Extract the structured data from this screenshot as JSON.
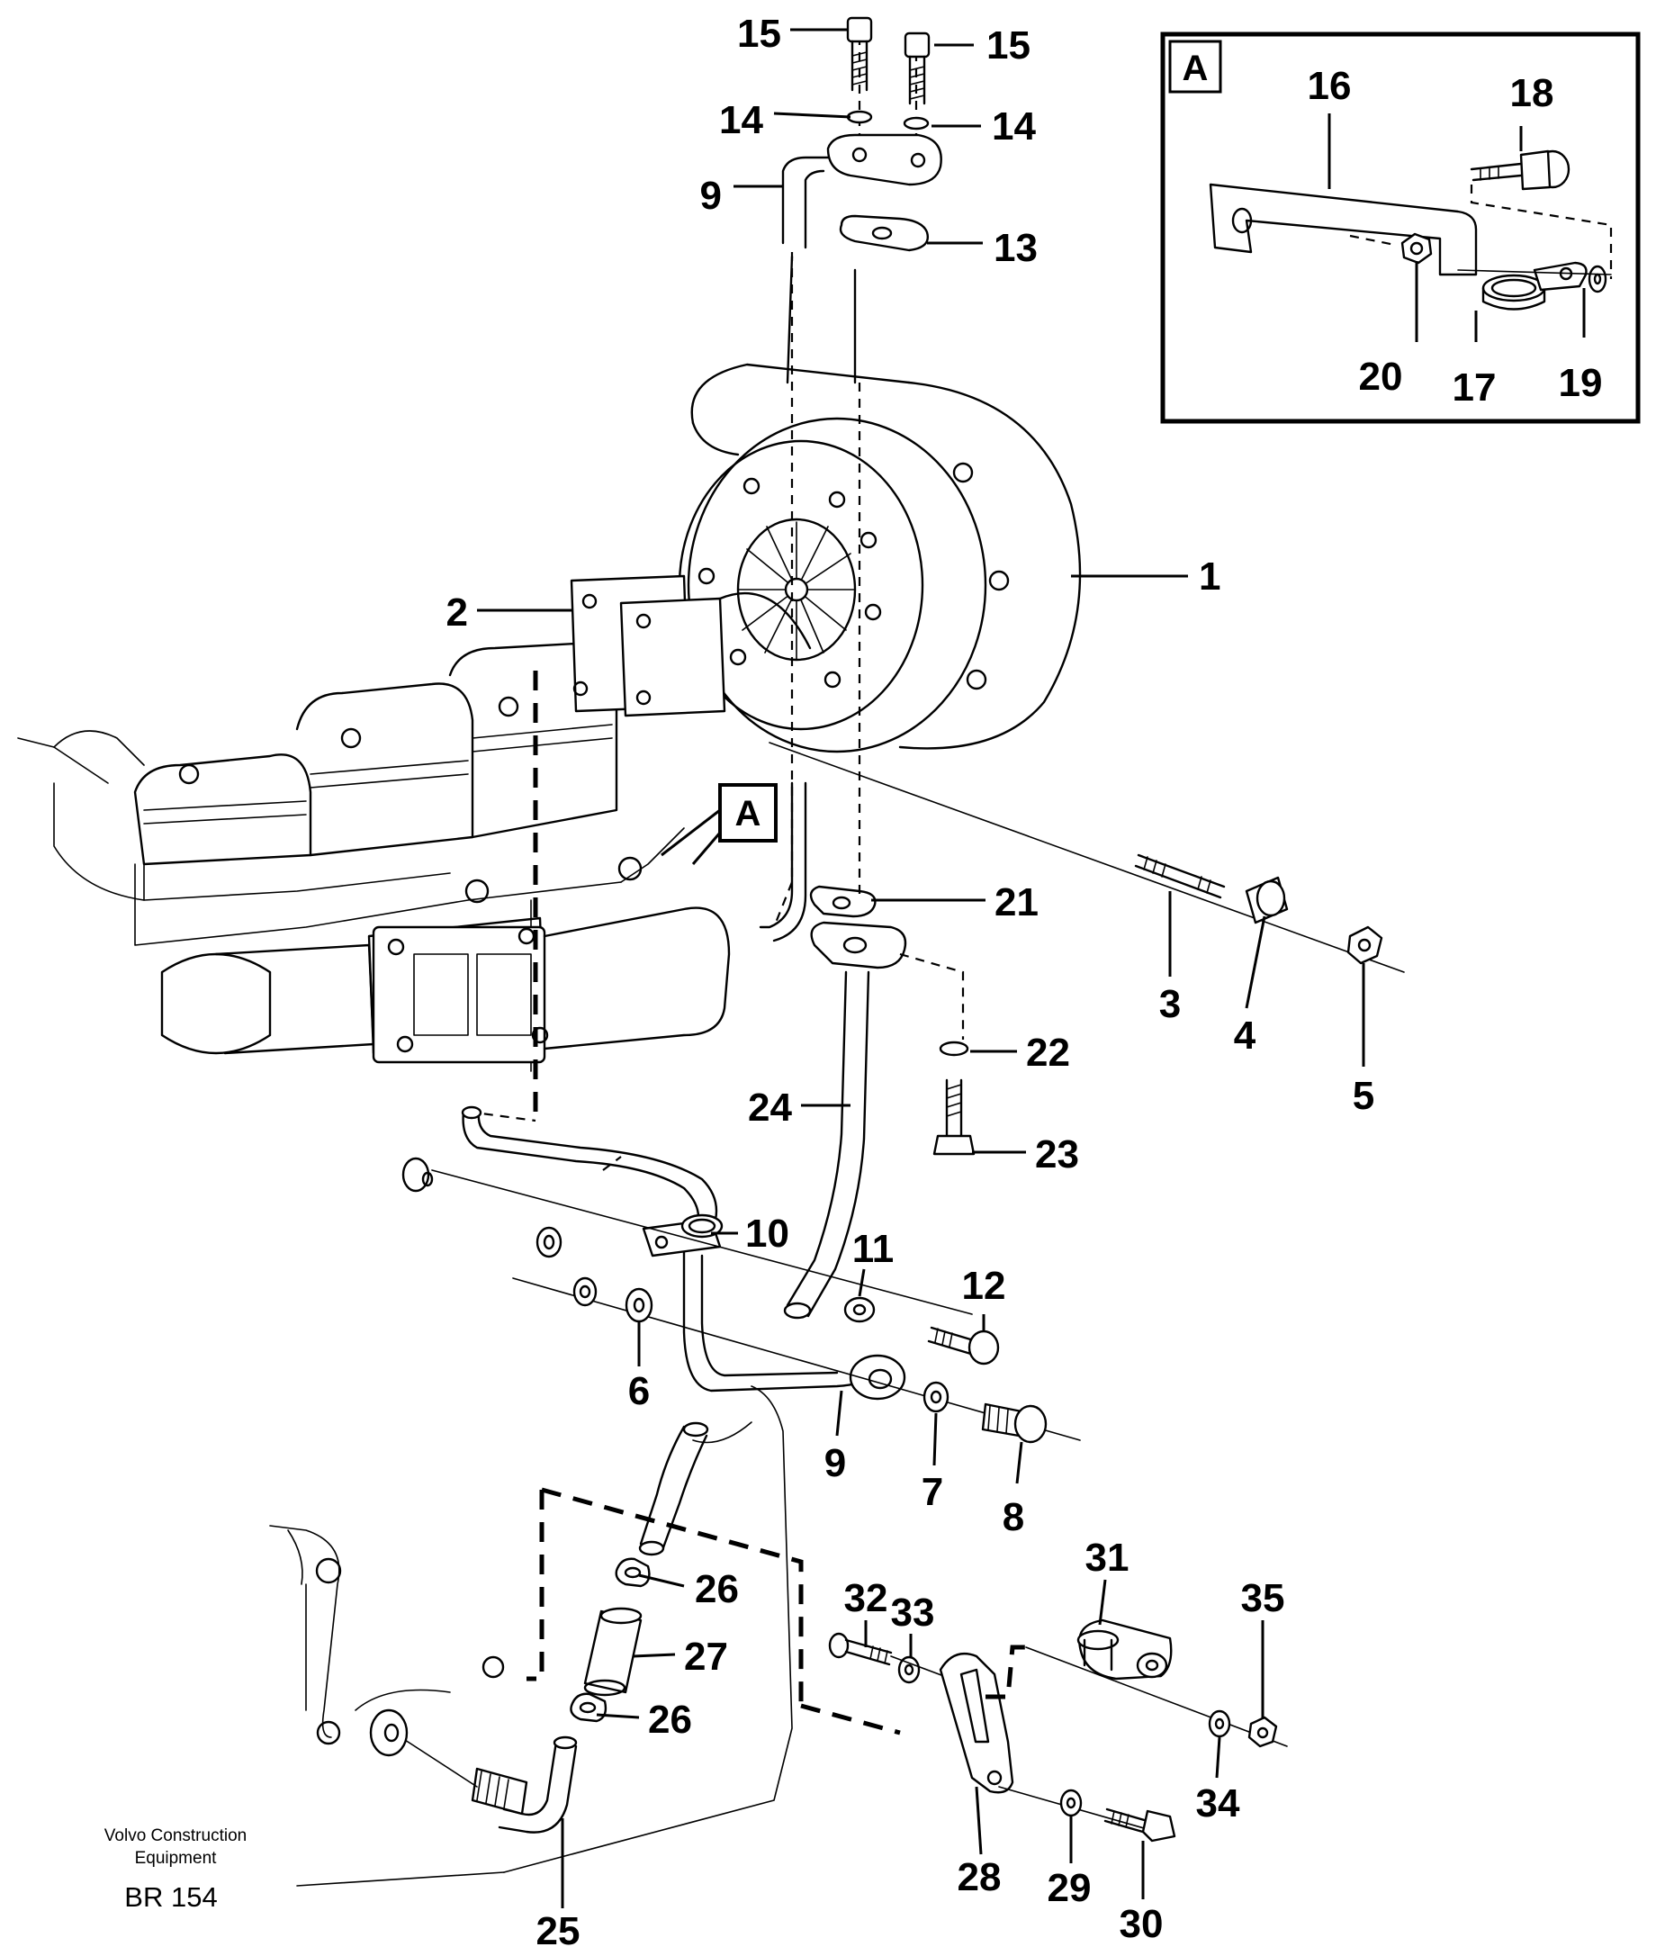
{
  "drawing": {
    "manufacturer": "Volvo Construction\nEquipment",
    "manufacturer_line1": "Volvo Construction",
    "manufacturer_line2": "Equipment",
    "drawing_number": "BR 154"
  },
  "inset": {
    "title": "A",
    "callouts": [
      "16",
      "18",
      "20",
      "17",
      "19"
    ]
  },
  "reference_tag": "A",
  "callouts": [
    "15",
    "15",
    "14",
    "14",
    "9",
    "13",
    "1",
    "2",
    "21",
    "3",
    "4",
    "5",
    "22",
    "24",
    "23",
    "10",
    "11",
    "12",
    "6",
    "9",
    "7",
    "8",
    "26",
    "27",
    "26",
    "25",
    "32",
    "33",
    "31",
    "35",
    "34",
    "28",
    "29",
    "30"
  ]
}
